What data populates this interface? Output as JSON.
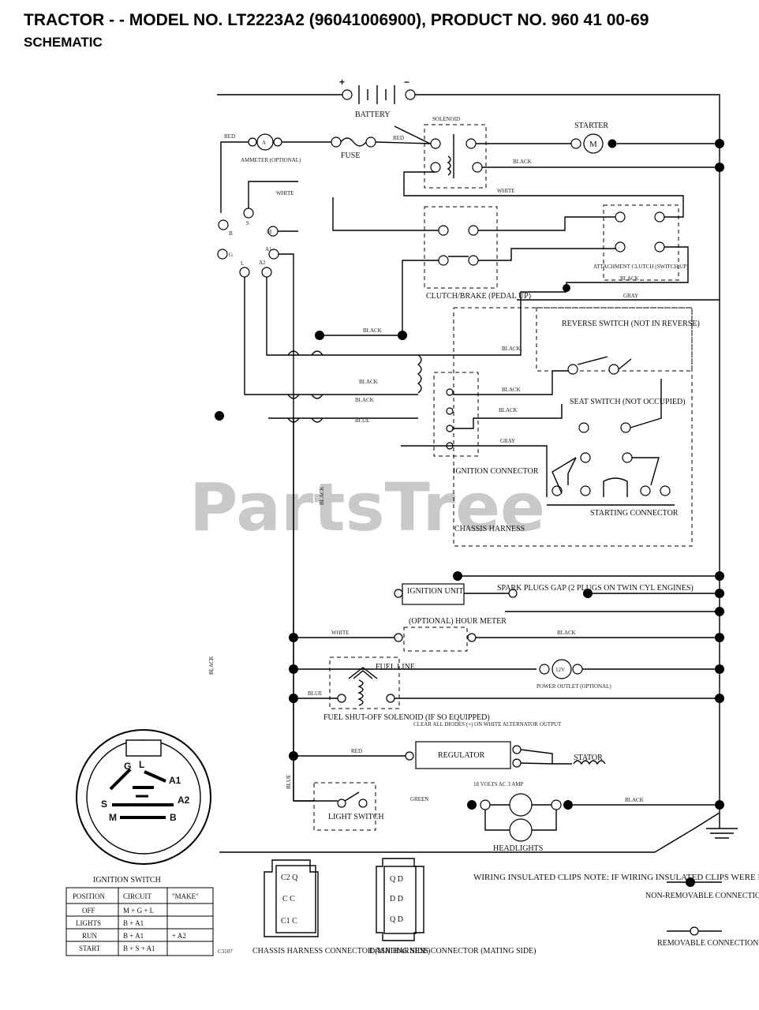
{
  "header": {
    "title": "TRACTOR - - MODEL NO. LT2223A2 (96041006900), PRODUCT NO. 960 41 00-69",
    "subtitle": "SCHEMATIC"
  },
  "watermark": "PartsTree",
  "components": {
    "battery": "BATTERY",
    "solenoid": "SOLENOID",
    "starter": "STARTER",
    "ammeter": "AMMETER (OPTIONAL)",
    "fuse": "FUSE",
    "clutch_brake": "CLUTCH/BRAKE (PEDAL UP)",
    "attachment_clutch": "ATTACHMENT CLUTCH (SWITCH UP)",
    "reverse_switch": "REVERSE SWITCH (NOT IN REVERSE)",
    "seat_switch": "SEAT SWITCH (NOT OCCUPIED)",
    "ignition_connector": "IGNITION CONNECTOR",
    "starting_connector": "STARTING CONNECTOR",
    "chassis_harness": "CHASSIS HARNESS",
    "ignition_unit": "IGNITION UNIT",
    "spark_plugs": "SPARK PLUGS GAP (2 PLUGS ON TWIN CYL ENGINES)",
    "hour_meter": "(OPTIONAL) HOUR METER",
    "fuel_line": "FUEL LINE",
    "power_outlet": "POWER OUTLET (OPTIONAL)",
    "fuel_solenoid": "FUEL SHUT-OFF SOLENOID (IF SO EQUIPPED)",
    "regulator": "REGULATOR",
    "stator": "STATOR",
    "light_switch": "LIGHT SWITCH",
    "headlights": "HEADLIGHTS",
    "ignition_switch": "IGNITION SWITCH",
    "chassis_connector": "CHASSIS HARNESS CONNECTOR (MATING SIDE)",
    "dash_connector": "DASH HARNESS CONNECTOR (MATING SIDE)",
    "twelve_v": "12V",
    "motor_m": "M",
    "ammeter_a": "A"
  },
  "wire_colors": {
    "red": "RED",
    "black": "BLACK",
    "white": "WHITE",
    "gray": "GRAY",
    "blue": "BLUE",
    "green": "GREEN"
  },
  "ignition_terminals": [
    "G",
    "L",
    "S",
    "M",
    "B",
    "A1",
    "A2"
  ],
  "ignition_table": {
    "headers": [
      "POSITION",
      "CIRCUIT",
      "\"MAKE\""
    ],
    "rows": [
      [
        "OFF",
        "M + G + L",
        ""
      ],
      [
        "LIGHTS",
        "B + A1",
        ""
      ],
      [
        "RUN",
        "B + A1",
        "+ A2"
      ],
      [
        "START",
        "B + S + A1",
        ""
      ]
    ]
  },
  "notes": {
    "wiring_clips": "WIRING INSULATED CLIPS NOTE: IF WIRING INSULATED CLIPS WERE REMOVED FOR SERVICING OF UNIT, THEY SHOULD BE RE-INSTALLED TO PROPERLY SECURE YOUR WIRING",
    "non_removable": "NON-REMOVABLE CONNECTIONS",
    "removable": "REMOVABLE CONNECTIONS",
    "figure_code": "C3107",
    "regulator_note": "CLEAR ALL DIODES (+) ON WHITE ALTERNATOR OUTPUT",
    "stator_note": "18 VOLTS AC 3 AMP"
  },
  "colors": {
    "ink": "#000000",
    "watermark": "#c9c9c9",
    "paper": "#ffffff"
  }
}
